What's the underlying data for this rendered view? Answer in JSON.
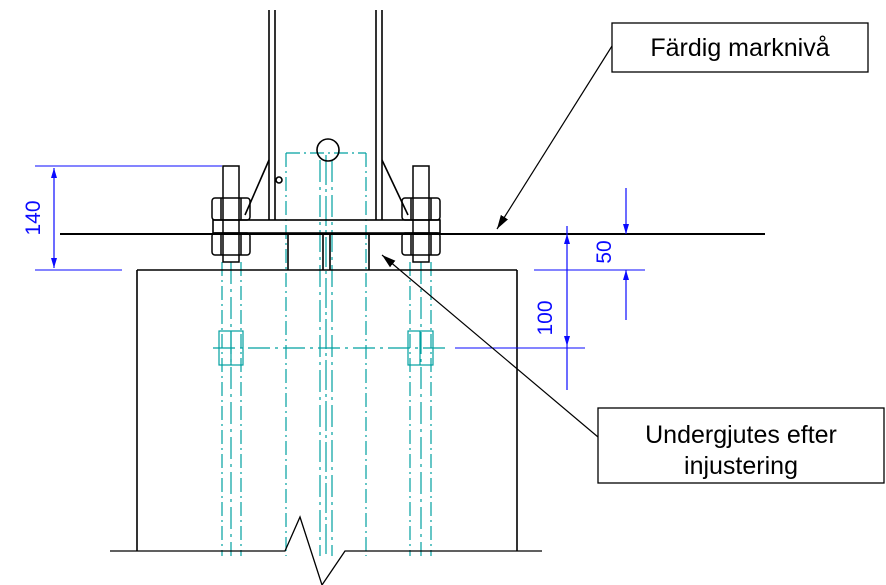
{
  "labels": {
    "ground_level": "Färdig marknivå",
    "grout_line1": "Undergjutes efter",
    "grout_line2": "injustering"
  },
  "dimensions": {
    "height_140": "140",
    "height_50": "50",
    "height_100": "100"
  },
  "colors": {
    "outline": "#000000",
    "dimension": "#0a0aff",
    "hidden": "#00a0a0"
  }
}
